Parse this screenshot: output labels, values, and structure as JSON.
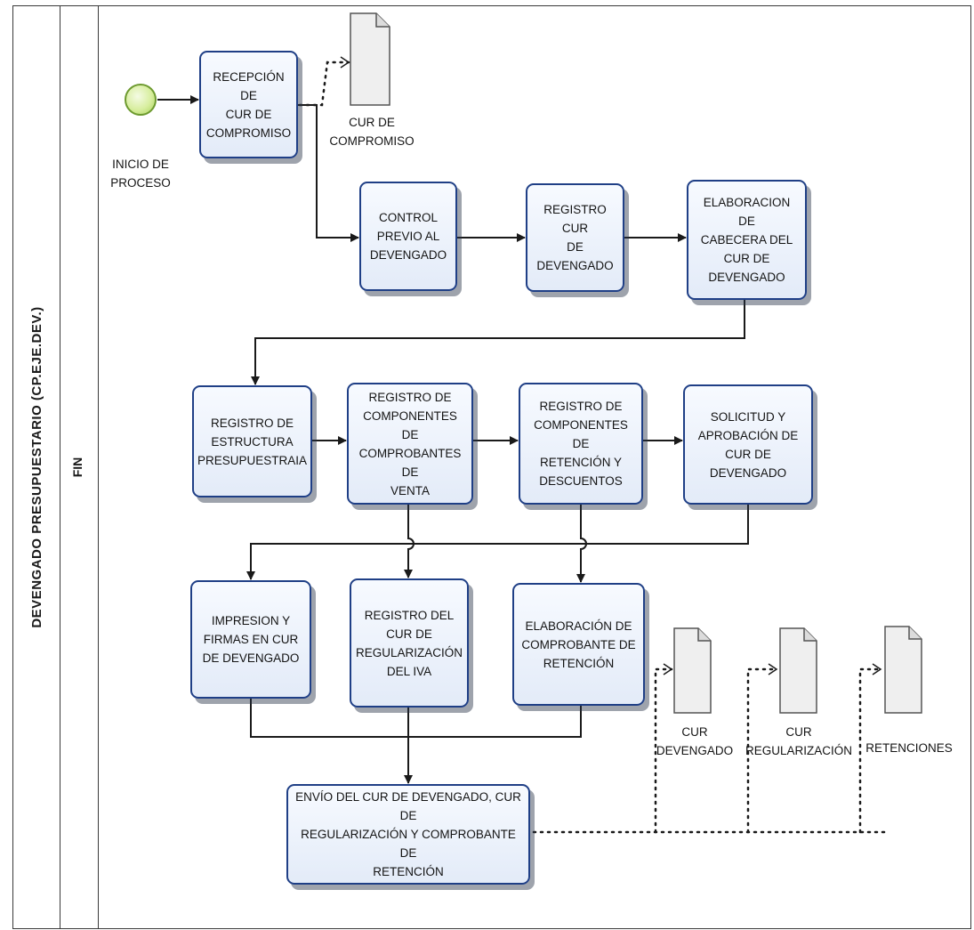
{
  "pool": {
    "title": "DEVENGADO PRESUPUESTARIO (CP.EJE.DEV.)"
  },
  "lane": {
    "title": "FIN"
  },
  "start_event": {
    "label": "INICIO DE\nPROCESO"
  },
  "tasks": {
    "recepcion": "RECEPCIÓN DE\nCUR DE\nCOMPROMISO",
    "control": "CONTROL\nPREVIO AL\nDEVENGADO",
    "registro_cur": "REGISTRO CUR\nDE\nDEVENGADO",
    "cabecera": "ELABORACION DE\nCABECERA DEL\nCUR DE\nDEVENGADO",
    "estructura": "REGISTRO DE\nESTRUCTURA\nPRESUPUESTRAIA",
    "comprobantes": "REGISTRO DE\nCOMPONENTES DE\nCOMPROBANTES DE\nVENTA",
    "retencion": "REGISTRO DE\nCOMPONENTES DE\nRETENCIÓN Y\nDESCUENTOS",
    "solicitud": "SOLICITUD Y\nAPROBACIÓN DE\nCUR DE DEVENGADO",
    "impresion": "IMPRESION Y\nFIRMAS EN CUR\nDE DEVENGADO",
    "regularizacion": "REGISTRO DEL\nCUR DE\nREGULARIZACIÓN\nDEL IVA",
    "comprobante_ret": "ELABORACIÓN DE\nCOMPROBANTE DE\nRETENCIÓN",
    "envio": "ENVÍO DEL CUR DE DEVENGADO, CUR DE\nREGULARIZACIÓN Y COMPROBANTE DE\nRETENCIÓN"
  },
  "documents": {
    "cur_compromiso": "CUR DE\nCOMPROMISO",
    "cur_devengado": "CUR\nDEVENGADO",
    "cur_regularizacion": "CUR\nREGULARIZACIÓN",
    "retenciones": "RETENCIONES"
  },
  "colors": {
    "task_border": "#1f3f86",
    "task_fill": "#e3ebf8",
    "start_fill": "#d8ee9f",
    "line": "#1a1a1a"
  }
}
